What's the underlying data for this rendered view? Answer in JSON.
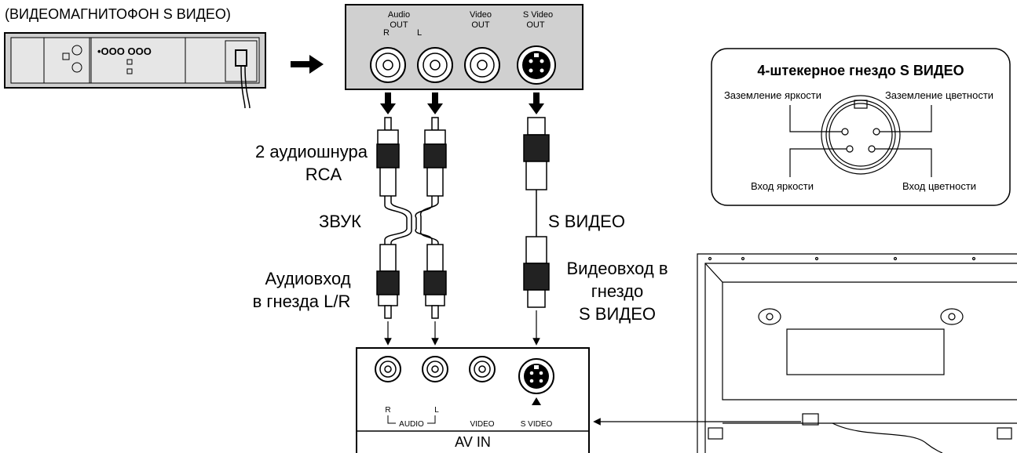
{
  "vcr_title": "(ВИДЕОМАГНИТОФОН S ВИДЕО)",
  "vcr_panel_label": "•OOO OOO",
  "output_panel": {
    "audio_label": "Audio",
    "audio_out": "OUT",
    "r": "R",
    "l": "L",
    "video_label": "Video",
    "video_out": "OUT",
    "svideo_label": "S Video",
    "svideo_out": "OUT"
  },
  "cables": {
    "rca_line1": "2 аудиошнура",
    "rca_line2": "RCA",
    "sound": "ЗВУК",
    "svideo": "S ВИДЕО",
    "audio_in_line1": "Аудиовход",
    "audio_in_line2": "в гнезда L/R",
    "video_in_line1": "Видеовход в",
    "video_in_line2": "гнездо",
    "video_in_line3": "S ВИДЕО"
  },
  "input_panel": {
    "r": "R",
    "l": "L",
    "audio": "AUDIO",
    "video": "VIDEO",
    "svideo": "S VIDEO",
    "av_in": "AV  IN"
  },
  "pinout": {
    "title": "4-штекерное гнездо S ВИДЕО",
    "luma_ground": "Заземление яркости",
    "chroma_ground": "Заземление цветности",
    "luma_in": "Вход яркости",
    "chroma_in": "Вход цветности"
  }
}
